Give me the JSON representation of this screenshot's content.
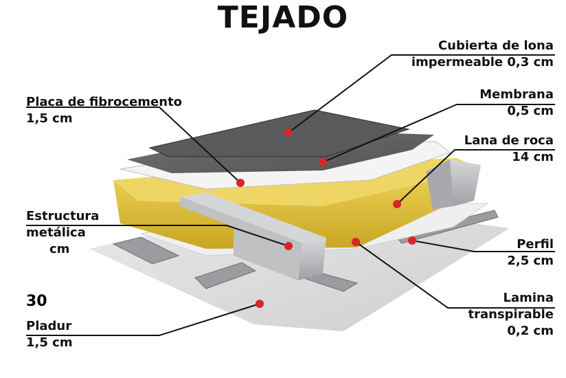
{
  "title": "TEJADO",
  "labels": {
    "cubierta": {
      "line1": "Cubierta de lona",
      "line2": "impermeable 0,3 cm"
    },
    "membrana": {
      "line1": "Membrana",
      "line2": "0,5 cm"
    },
    "lana": {
      "line1": "Lana de roca",
      "line2": "14 cm"
    },
    "placa": {
      "line1": "Placa de fibrocemento",
      "line2": "1,5 cm"
    },
    "estructura": {
      "line1": "Estructura",
      "line2": "metálica",
      "line3": "cm"
    },
    "perfil": {
      "line1": "Perfil",
      "line2": "2,5 cm"
    },
    "lamina": {
      "line1": "Lamina",
      "line2": "transpirable",
      "line3": "0,2 cm"
    },
    "pladur": {
      "line1": "Pladur",
      "line2": "1,5 cm"
    }
  },
  "side_number": "30",
  "colors": {
    "marker": "#d8242b",
    "wool": "#e2c236",
    "membrane": "#3e3e40",
    "canvas": "#5a5a5c",
    "board": "#d9d9d9",
    "metal": "#b9bbbd"
  }
}
